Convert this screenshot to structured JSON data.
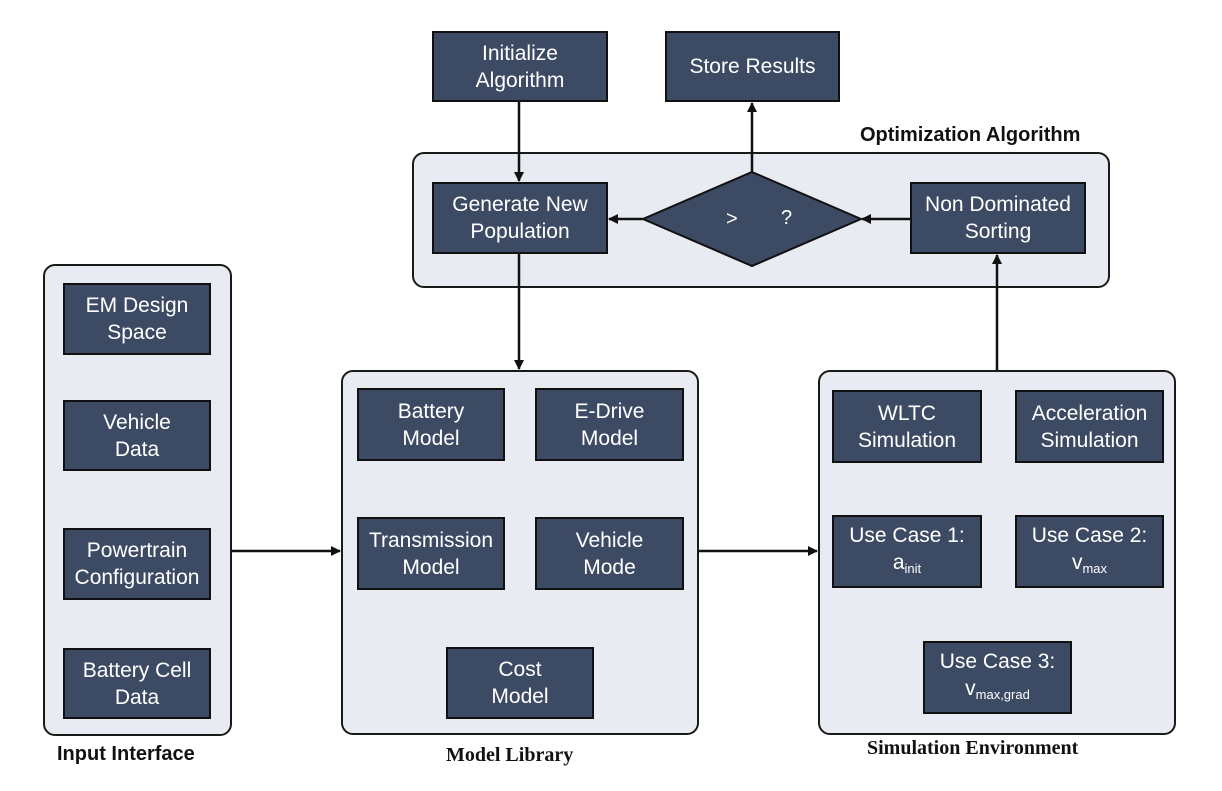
{
  "colors": {
    "box_fill": "#3d4a64",
    "group_fill": "#e9ebf2",
    "stroke": "#111111",
    "text_light": "#ffffff"
  },
  "top": {
    "initialize": "Initialize\nAlgorithm",
    "store": "Store Results"
  },
  "optimization": {
    "title": "Optimization Algorithm",
    "generate": "Generate New\nPopulation",
    "decision_left": ">",
    "decision_right": "?",
    "sorting": "Non Dominated\nSorting"
  },
  "input": {
    "title": "Input Interface",
    "items": [
      "EM Design\nSpace",
      "Vehicle\nData",
      "Powertrain\nConfiguration",
      "Battery Cell\nData"
    ]
  },
  "models": {
    "title": "Model Library",
    "battery": "Battery\nModel",
    "edrive": "E-Drive\nModel",
    "transmission": "Transmission\nModel",
    "vehicle": "Vehicle\nMode",
    "cost": "Cost\nModel"
  },
  "simulation": {
    "title": "Simulation Environment",
    "wltc": "WLTC\nSimulation",
    "acceleration": "Acceleration\nSimulation",
    "uc1": {
      "label": "Use Case 1:",
      "main": "a",
      "sub": "init"
    },
    "uc2": {
      "label": "Use Case 2:",
      "main": "v",
      "sub": "max"
    },
    "uc3": {
      "label": "Use Case 3:",
      "main": "v",
      "sub": "max,grad"
    }
  }
}
